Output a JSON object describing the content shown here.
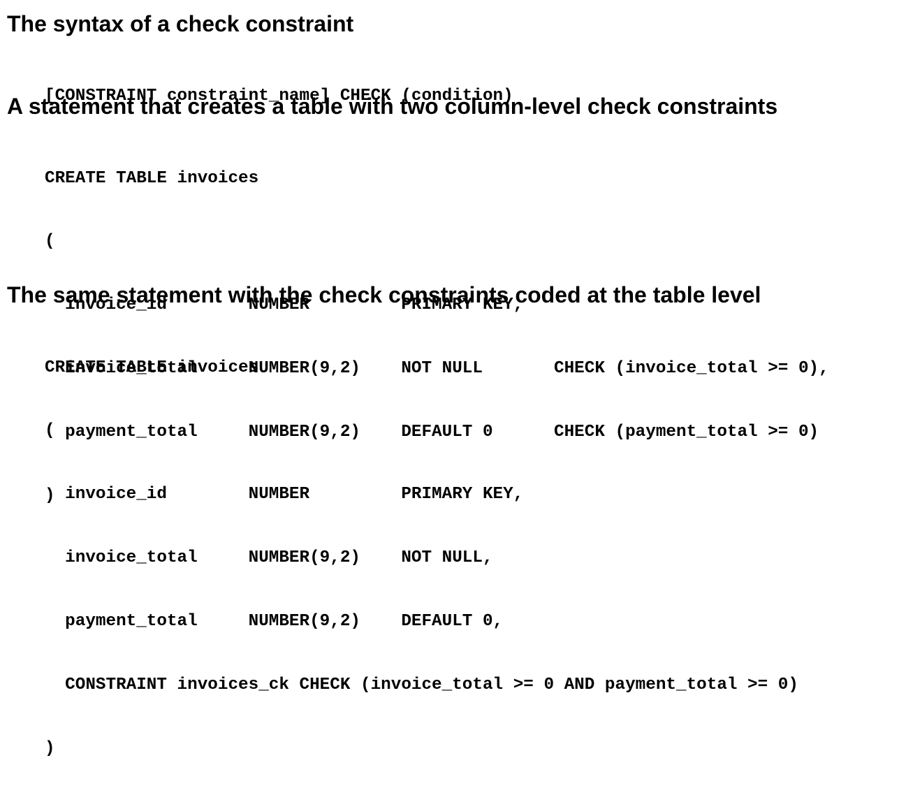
{
  "section1": {
    "heading": "The syntax of a check constraint",
    "code": [
      "[CONSTRAINT constraint_name] CHECK (condition)"
    ]
  },
  "section2": {
    "heading": "A statement that creates a table with two column-level check constraints",
    "code": [
      "CREATE TABLE invoices",
      "(",
      "  invoice_id        NUMBER         PRIMARY KEY,",
      "  invoice_total     NUMBER(9,2)    NOT NULL       CHECK (invoice_total >= 0),",
      "  payment_total     NUMBER(9,2)    DEFAULT 0      CHECK (payment_total >= 0)",
      ")"
    ]
  },
  "section3": {
    "heading": "The same statement with the check constraints coded at the table level",
    "code": [
      "CREATE TABLE invoices",
      "(",
      "  invoice_id        NUMBER         PRIMARY KEY,",
      "  invoice_total     NUMBER(9,2)    NOT NULL,",
      "  payment_total     NUMBER(9,2)    DEFAULT 0,",
      "  CONSTRAINT invoices_ck CHECK (invoice_total >= 0 AND payment_total >= 0)",
      ")"
    ]
  }
}
